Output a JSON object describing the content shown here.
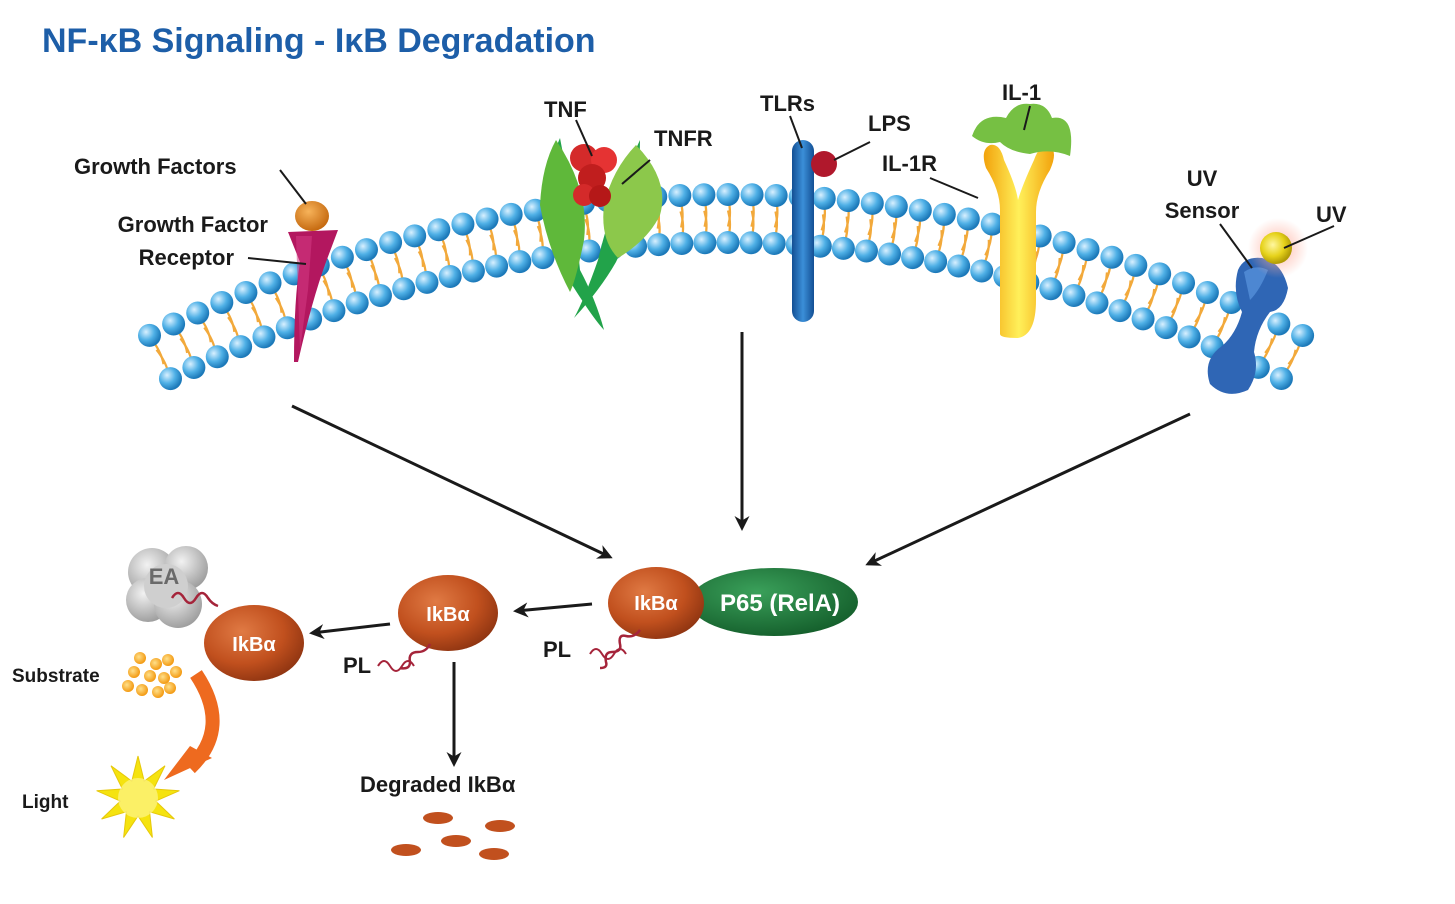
{
  "title": "NF-κB Signaling - IκB Degradation",
  "labels": {
    "growth_factors": "Growth Factors",
    "growth_factor_receptor_1": "Growth Factor",
    "growth_factor_receptor_2": "Receptor",
    "tnf": "TNF",
    "tnfr": "TNFR",
    "tlrs": "TLRs",
    "lps": "LPS",
    "il1": "IL-1",
    "il1r": "IL-1R",
    "uv_sensor_1": "UV",
    "uv_sensor_2": "Sensor",
    "uv": "UV",
    "ikba_complex": "IkBα",
    "p65": "P65 (RelA)",
    "pl_right": "PL",
    "ikba_middle": "IkBα",
    "pl_middle": "PL",
    "ea": "EA",
    "ikba_left": "IkBα",
    "substrate": "Substrate",
    "light": "Light",
    "degraded": "Degraded IkBα"
  },
  "colors": {
    "title": "#1d5ea8",
    "membrane_head": "#4fb0e6",
    "membrane_tail": "#f2a93b",
    "ikba": "#c1501e",
    "p65": "#1e7a3a",
    "tnfr": "#5fb83a",
    "tnf": "#d42a2a",
    "tlr": "#1f6fb8",
    "lps": "#b0182c",
    "il1r": "#f7c31f",
    "il1": "#76c043",
    "uv_sensor": "#2f66b5",
    "uv": "#e6d21a",
    "growth_factor": "#e8871e",
    "gf_receptor": "#b3175f",
    "substrate": "#f7a21b",
    "light": "#f5e30f",
    "arrow_orange": "#ee6a1f",
    "ea": "#bdbdbd"
  }
}
